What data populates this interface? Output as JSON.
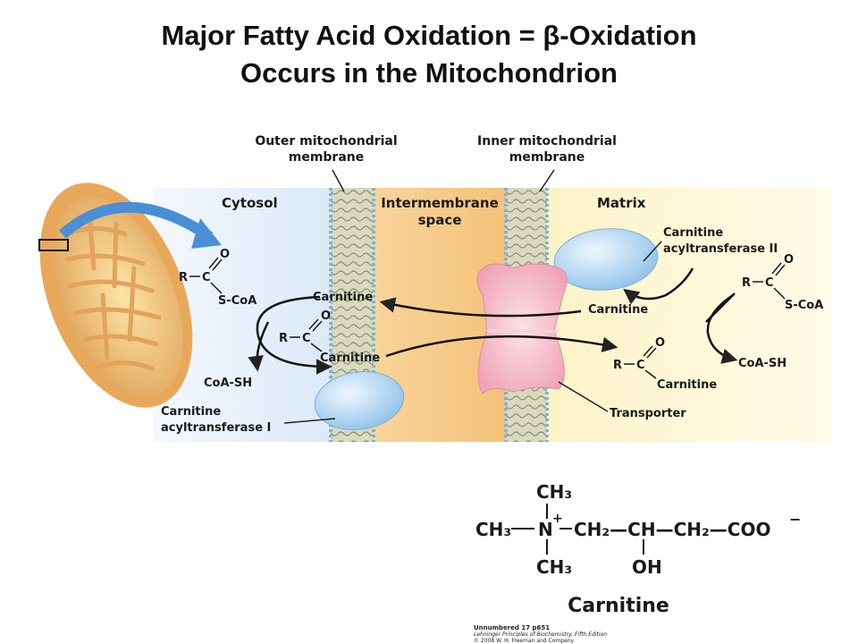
{
  "title": {
    "line1": "Major Fatty Acid Oxidation = β-Oxidation",
    "line2": "Occurs in the Mitochondrion"
  },
  "labels": {
    "outer_membrane_1": "Outer mitochondrial",
    "outer_membrane_2": "membrane",
    "inner_membrane_1": "Inner mitochondrial",
    "inner_membrane_2": "membrane",
    "cytosol": "Cytosol",
    "intermembrane_1": "Intermembrane",
    "intermembrane_2": "space",
    "matrix": "Matrix",
    "cat2_1": "Carnitine",
    "cat2_2": "acyltransferase II",
    "cat1_1": "Carnitine",
    "cat1_2": "acyltransferase I",
    "transporter": "Transporter",
    "coash_left": "CoA-SH",
    "coash_right": "CoA-SH",
    "carnitine_left_top": "Carnitine",
    "carnitine_left_bottom": "Carnitine",
    "carnitine_right_top": "Carnitine",
    "carnitine_right_bottom": "Carnitine"
  },
  "chem": {
    "r": "R",
    "c": "C",
    "o": "O",
    "scoa": "S-CoA",
    "dash": "—"
  },
  "structure": {
    "ch3_top": "CH₃",
    "ch3_left": "CH₃",
    "n": "N",
    "plus": "+",
    "chain": "CH₂—CH—CH₂—COO",
    "minus": "−",
    "ch3_bottom": "CH₃",
    "oh": "OH",
    "name": "Carnitine"
  },
  "footer": {
    "line1": "Unnumbered 17 p651",
    "line2": "Lehninger Principles of Biochemistry, Fifth Edition",
    "line3": "© 2008 W. H. Freeman and Company"
  },
  "colors": {
    "cytosol": "#e8f1fb",
    "intermembrane": "#f7cf8e",
    "matrix": "#fdf6d2",
    "membrane": "#9c9c80",
    "protein_blue": "#bcdcf4",
    "transporter_pink": "#f4b9c6",
    "arrow_blue": "#4a8fd6"
  }
}
